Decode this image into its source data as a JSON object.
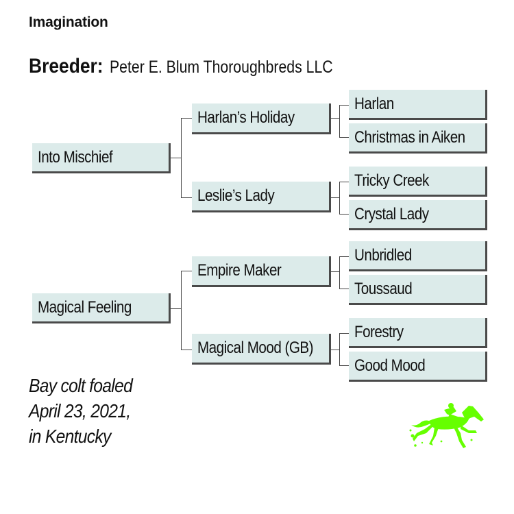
{
  "title": "Imagination",
  "breeder": {
    "label": "Breeder:",
    "name": "Peter E. Blum Thoroughbreds LLC"
  },
  "pedigree": {
    "sire": "Into Mischief",
    "dam": "Magical Feeling",
    "sire_sire": "Harlan’s Holiday",
    "sire_dam": "Leslie’s Lady",
    "dam_sire": "Empire Maker",
    "dam_dam": "Magical Mood (GB)",
    "sss": "Harlan",
    "ssd": "Christmas in Aiken",
    "sds": "Tricky Creek",
    "sdd": "Crystal Lady",
    "dss": "Unbridled",
    "dsd": "Toussaud",
    "dds": "Forestry",
    "ddd": "Good Mood"
  },
  "foaled": {
    "line1": "Bay colt foaled",
    "line2": "April 23, 2021,",
    "line3": "in Kentucky"
  },
  "colors": {
    "box": "#dcebea",
    "shadow": "#4a4a4a",
    "logo": "#66ff00"
  },
  "icons": {
    "logo": "horse-and-jockey-icon"
  }
}
